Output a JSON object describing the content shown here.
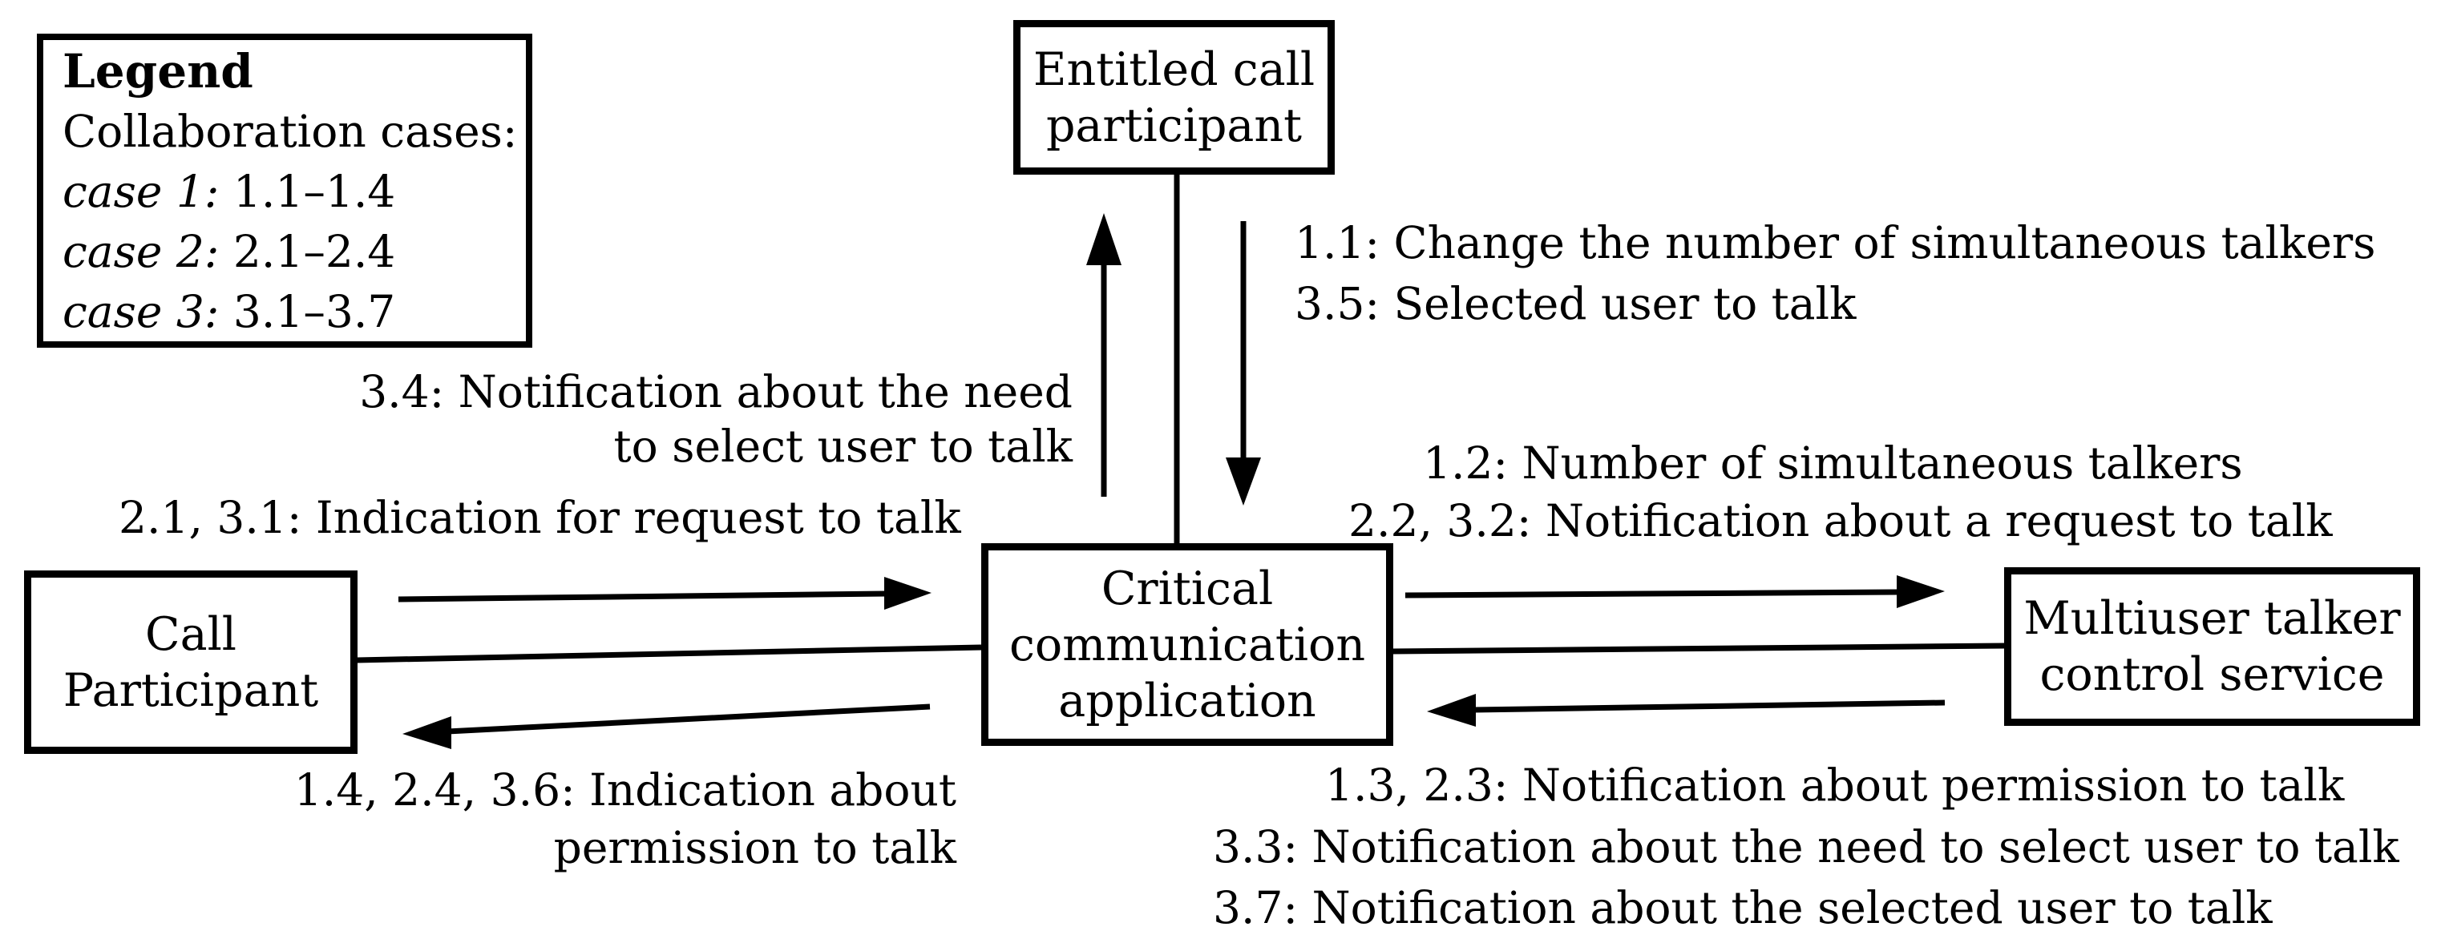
{
  "legend": {
    "title": "Legend",
    "subtitle": "Collaboration cases:",
    "cases": [
      {
        "name": "case 1:",
        "range": "1.1–1.4"
      },
      {
        "name": "case 2:",
        "range": "2.1–2.4"
      },
      {
        "name": "case 3:",
        "range": "3.1–3.7"
      }
    ]
  },
  "nodes": {
    "entitled_call_participant": {
      "lines": [
        "Entitled call",
        "participant"
      ]
    },
    "call_participant": {
      "lines": [
        "Call",
        "Participant"
      ]
    },
    "critical_communication_application": {
      "lines": [
        "Critical",
        "communication",
        "application"
      ]
    },
    "multiuser_talker_control_service": {
      "lines": [
        "Multiuser talker",
        "control service"
      ]
    }
  },
  "edges": {
    "entitled_to_app": {
      "lines": [
        "1.1: Change the number of simultaneous talkers",
        "3.5: Selected user to talk"
      ]
    },
    "app_to_entitled": {
      "lines": [
        "3.4: Notification about the need",
        "to select user to talk"
      ]
    },
    "participant_to_app": {
      "lines": [
        "2.1, 3.1: Indication for request to talk"
      ]
    },
    "app_to_participant": {
      "lines": [
        "1.4, 2.4, 3.6: Indication about",
        "permission to talk"
      ]
    },
    "app_to_service": {
      "lines": [
        "1.2: Number of simultaneous talkers",
        "2.2, 3.2: Notification about a request to talk"
      ]
    },
    "service_to_app": {
      "lines": [
        "1.3, 2.3: Notification about permission to talk",
        "3.3: Notification about the need to select user to talk",
        "3.7: Notification about the selected user to talk"
      ]
    }
  },
  "colors": {
    "line": "#000000",
    "background": "#ffffff"
  }
}
